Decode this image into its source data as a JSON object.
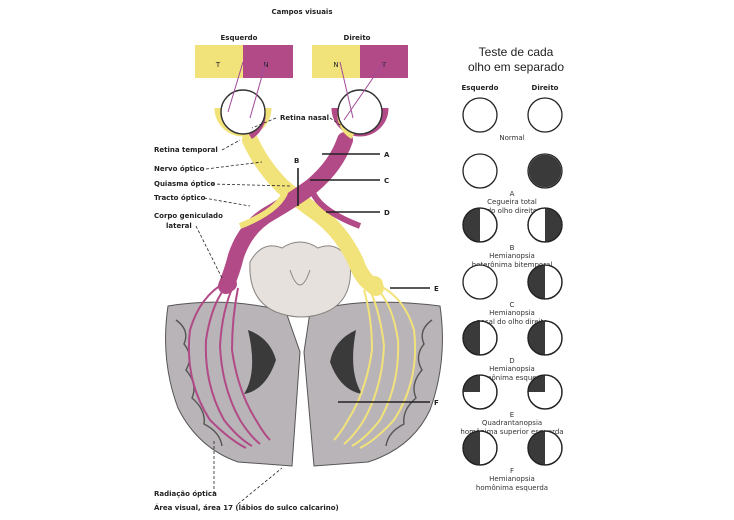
{
  "colors": {
    "temporal_yellow": "#f2e27a",
    "nasal_magenta": "#b14a86",
    "cortex_gray": "#b9b4b8",
    "cortex_dark": "#3a3a3a",
    "disc_dark": "#3a3a3a",
    "ink": "#222222"
  },
  "diagram": {
    "title": "Campos visuais",
    "left_eye_label": "Esquerdo",
    "right_eye_label": "Direito",
    "left_field": {
      "temporal": "T",
      "nasal": "N"
    },
    "right_field": {
      "nasal": "N",
      "temporal": "T"
    },
    "labels": {
      "retina_nasal": "Retina nasal",
      "retina_temporal": "Retina temporal",
      "nervo_optico": "Nervo óptico",
      "quiasma_optico": "Quiasma óptico",
      "tracto_optico": "Tracto óptico",
      "corpo_line1": "Corpo geniculado",
      "corpo_line2": "lateral",
      "radiacao_optica": "Radiação óptica",
      "area_visual": "Área visual, área 17 (lábios do sulco calcarino)"
    },
    "lesions": {
      "A": "A",
      "B": "B",
      "C": "C",
      "D": "D",
      "E": "E",
      "F": "F"
    }
  },
  "tests": {
    "header_line1": "Teste de cada",
    "header_line2": "olho em separado",
    "col_left": "Esquerdo",
    "col_right": "Direito",
    "rows": [
      {
        "id": "normal",
        "letter": "",
        "caption1": "Normal",
        "caption2": ""
      },
      {
        "id": "A",
        "letter": "A",
        "caption1": "Cegueira total",
        "caption2": "do olho direito"
      },
      {
        "id": "B",
        "letter": "B",
        "caption1": "Hemianopsia",
        "caption2": "heterônima bitemporal"
      },
      {
        "id": "C",
        "letter": "C",
        "caption1": "Hemianopsia",
        "caption2": "nasal do olho direito"
      },
      {
        "id": "D",
        "letter": "D",
        "caption1": "Hemianopsia",
        "caption2": "homônima esquerda"
      },
      {
        "id": "E",
        "letter": "E",
        "caption1": "Quadrantanopsia",
        "caption2": "homônima superior esquerda"
      },
      {
        "id": "F",
        "letter": "F",
        "caption1": "Hemianopsia",
        "caption2": "homônima esquerda"
      }
    ]
  }
}
